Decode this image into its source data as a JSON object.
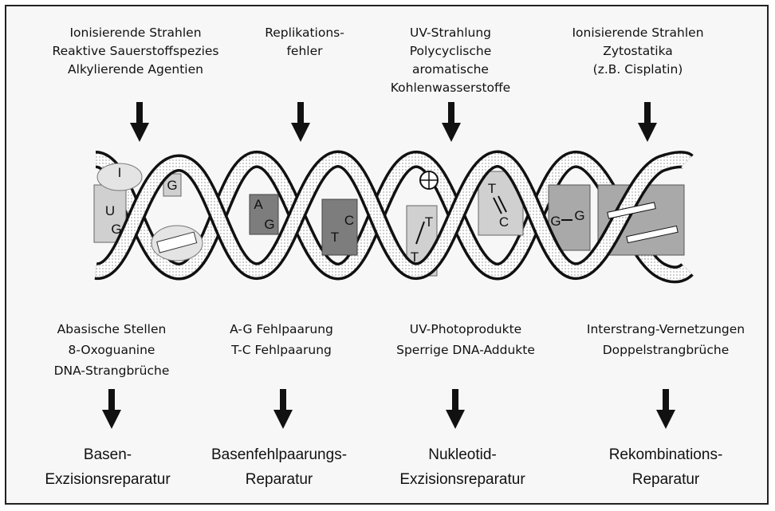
{
  "columns": [
    {
      "id": "ber",
      "causes": [
        "Ionisierende Strahlen",
        "Reaktive Sauerstoffspezies",
        "Alkylierende Agentien"
      ],
      "damage": [
        "Abasische Stellen",
        "8-Oxoguanine",
        "DNA-Strangbrüche"
      ],
      "repair": [
        "Basen-",
        "Exzisionsreparatur"
      ]
    },
    {
      "id": "mmr",
      "causes": [
        "Replikations-",
        "fehler"
      ],
      "damage": [
        "A-G Fehlpaarung",
        "T-C Fehlpaarung"
      ],
      "repair": [
        "Basenfehlpaarungs-",
        "Reparatur"
      ]
    },
    {
      "id": "ner",
      "causes": [
        "UV-Strahlung",
        "Polycyclische",
        "aromatische",
        "Kohlenwasserstoffe"
      ],
      "damage": [
        "UV-Photoprodukte",
        "Sperrige DNA-Addukte"
      ],
      "repair": [
        "Nukleotid-",
        "Exzisionsreparatur"
      ]
    },
    {
      "id": "hr",
      "causes": [
        "Ionisierende Strahlen",
        "Zytostatika",
        "(z.B. Cisplatin)"
      ],
      "damage": [
        "Interstrang-Vernetzungen",
        "Doppelstrangbrüche"
      ],
      "repair": [
        "Rekombinations-",
        "Reparatur"
      ]
    }
  ],
  "helix_labels": {
    "ber_top": "I",
    "ber_g_small": "G",
    "ber_u": "U",
    "ber_g": "G",
    "mmr_a": "A",
    "mmr_g": "G",
    "mmr_t": "T",
    "mmr_c": "C",
    "ner_t1": "T",
    "ner_c": "C",
    "ner_t2": "T",
    "ner_t3": "T",
    "hr_g1": "G",
    "hr_g2": "G"
  },
  "colors": {
    "strand": "#111111",
    "box_light": "#d0d0d0",
    "box_mid": "#a9a9a9",
    "box_dark": "#7d7d7d"
  }
}
